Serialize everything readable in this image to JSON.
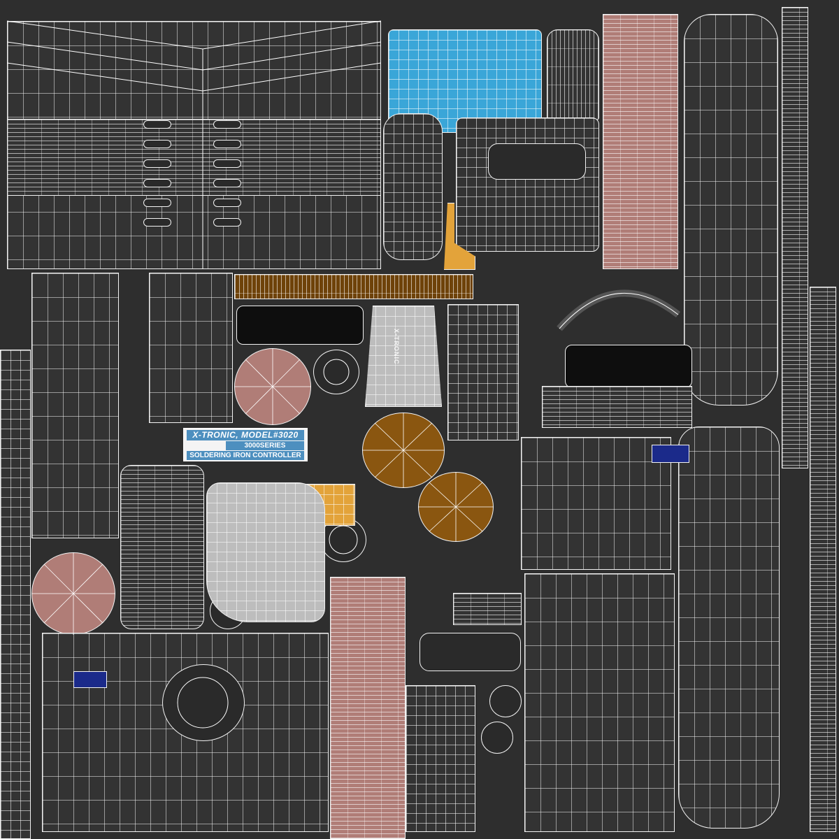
{
  "texture_label": {
    "line1": "X-TRONIC, MODEL#3020",
    "line2": "3000SERIES",
    "line3": "SOLDERING IRON CONTROLLER"
  },
  "vertical_text": "X-TRONIC",
  "colors": {
    "background": "#2e2e2e",
    "wire": "#f2f2f2",
    "pink": "#b07d77",
    "brown": "#6e4209",
    "orange": "#8a5610",
    "gold": "#e3a33a",
    "blue": "#3aa6d8",
    "grey": "#bdbdbd",
    "black": "#0e0e0e",
    "label_blue": "#4d8fbf"
  }
}
